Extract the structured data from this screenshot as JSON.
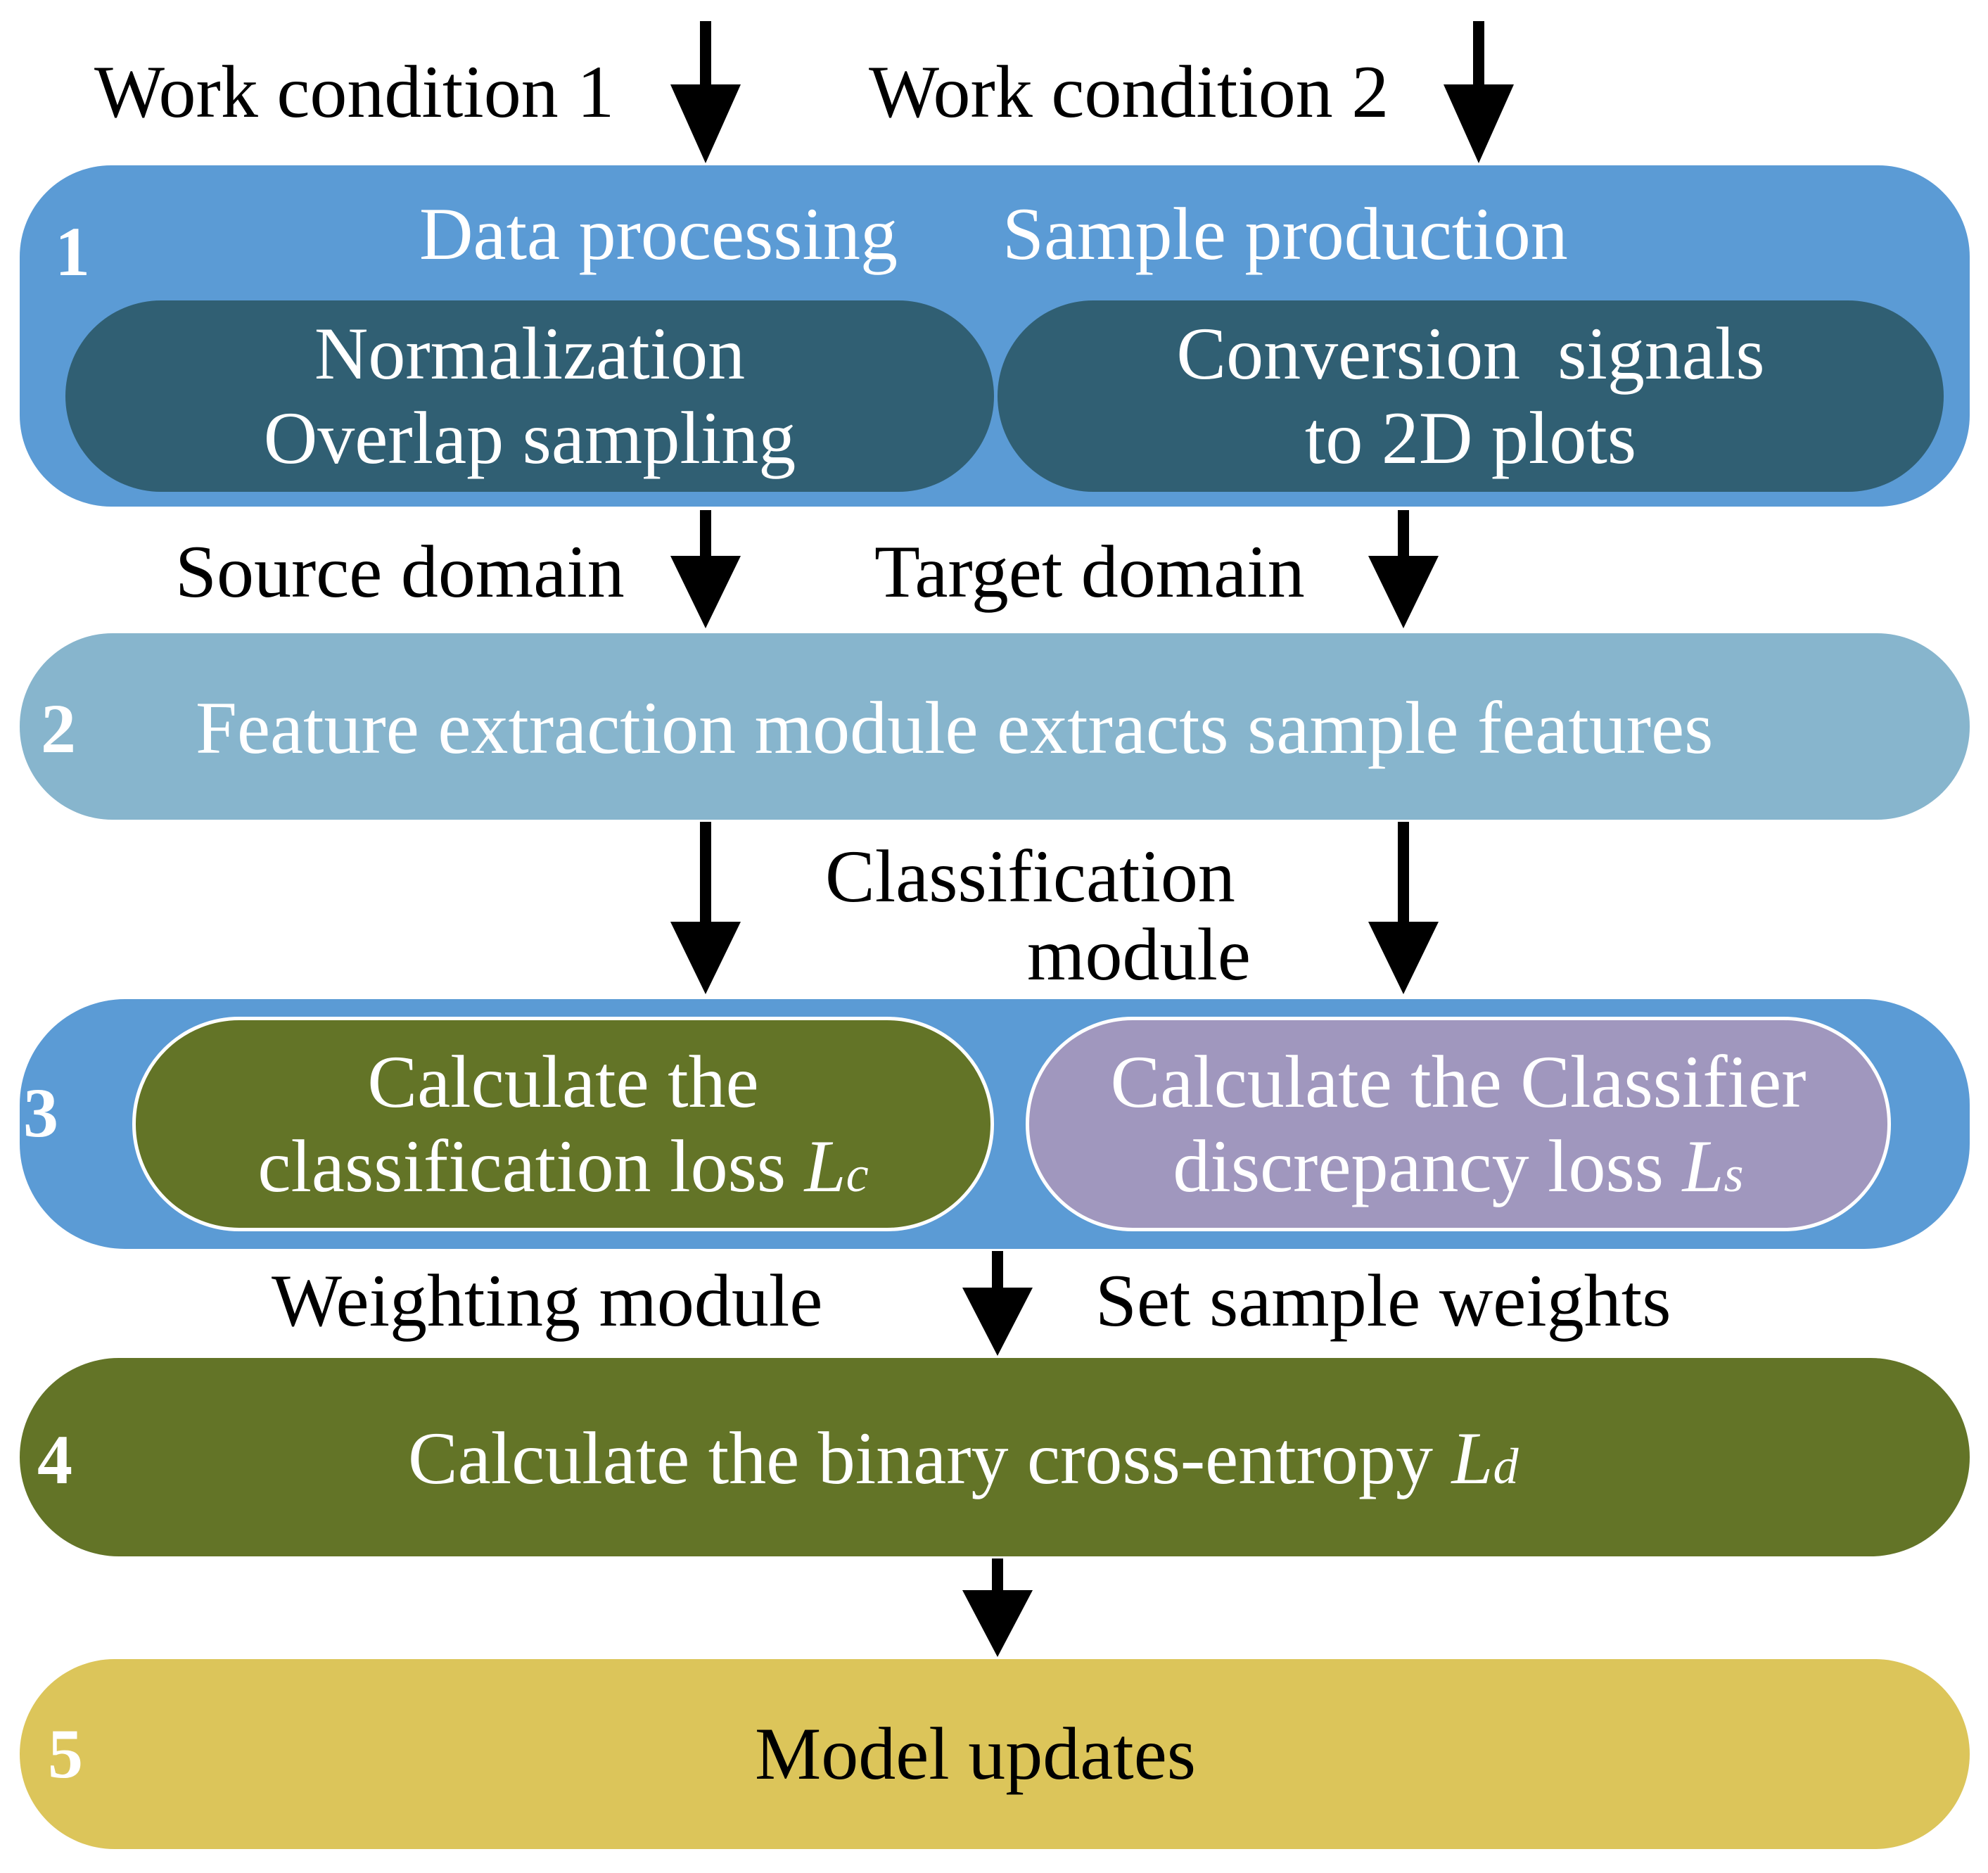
{
  "inputs": {
    "work_condition_1": "Work condition 1",
    "work_condition_2": "Work condition 2"
  },
  "stage1": {
    "number": "1",
    "heading_left": "Data processing",
    "heading_right": "Sample production",
    "left_box": {
      "line1": "Normalization",
      "line2": "Overlap sampling"
    },
    "right_box": {
      "line1": "Conversion  signals",
      "line2": "to 2D plots"
    },
    "color": "#5b9bd5",
    "inner_color": "#305f73"
  },
  "domains": {
    "source": "Source domain",
    "target": "Target domain"
  },
  "stage2": {
    "number": "2",
    "text": "Feature extraction module extracts sample features",
    "color": "#87b5cd"
  },
  "classification_module": {
    "line1": "Classification",
    "line2": "module"
  },
  "stage3": {
    "number": "3",
    "left_box": {
      "line1": "Calculate the",
      "line2": "classification loss",
      "symbol": "L",
      "subscript": "c"
    },
    "right_box": {
      "line1": "Calculate the Classifier",
      "line2": "discrepancy loss",
      "symbol": "L",
      "subscript": "s"
    },
    "color": "#5b9bd5",
    "left_color": "#637427",
    "right_color": "#a097be"
  },
  "weighting": {
    "left": "Weighting module",
    "right": "Set sample weights"
  },
  "stage4": {
    "number": "4",
    "text": "Calculate the binary cross-entropy",
    "symbol": "L",
    "subscript": "d",
    "color": "#637427"
  },
  "stage5": {
    "number": "5",
    "text": "Model updates",
    "color": "#dcc55a"
  }
}
